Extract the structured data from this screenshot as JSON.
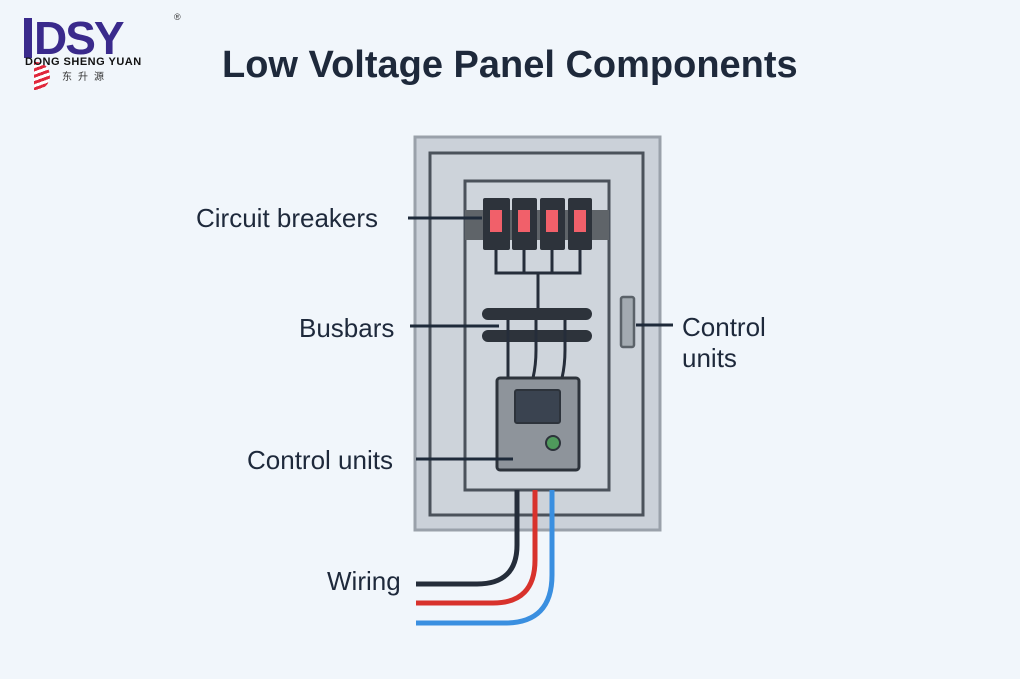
{
  "logo": {
    "main": "DSY",
    "sub": "DONG SHENG YUAN",
    "chinese": "东升源",
    "registered": "®",
    "accent_color": "#3a2a8c",
    "stripe_color": "#e0283c"
  },
  "title": "Low Voltage Panel Components",
  "labels": {
    "circuit_breakers": "Circuit breakers",
    "busbars": "Busbars",
    "control_units_left": "Control units",
    "control_units_right_line1": "Control",
    "control_units_right_line2": "units",
    "wiring": "Wiring"
  },
  "colors": {
    "wire_black": "#252d3a",
    "wire_red": "#d8322c",
    "wire_blue": "#3a8fe0",
    "breaker_indicator": "#f1606a",
    "status_light": "#4f9a5c"
  }
}
